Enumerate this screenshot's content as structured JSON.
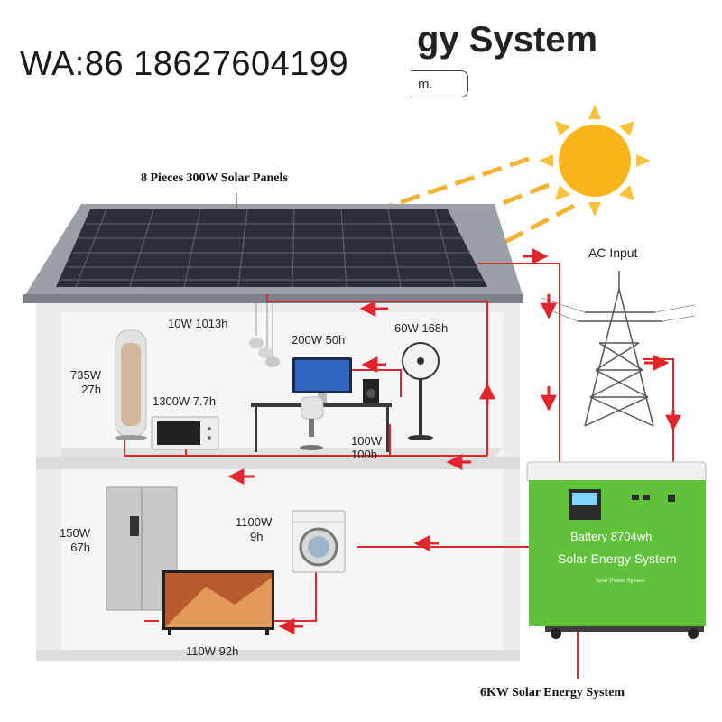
{
  "watermark": "WA:86 18627604199",
  "header": {
    "title_fragment": "gy System",
    "subtitle_fragment": "m."
  },
  "diagram": {
    "solar_panels_label": "8 Pieces 300W Solar Panels",
    "ac_input_label": "AC Input",
    "system_label": "6KW Solar Energy System",
    "system_box": {
      "battery_text": "Battery 8704wh",
      "name_text": "Solar Energy System",
      "small_text": "Solar Power System",
      "color": "#5fc23a"
    },
    "appliances": {
      "lamp": "10W 1013h",
      "computer": "200W 50h",
      "fan": "60W 168h",
      "air_cooler_power": "735W",
      "air_cooler_hours": "27h",
      "microwave": "1300W 7.7h",
      "speaker_power": "100W",
      "speaker_hours": "100h",
      "fridge_power": "150W",
      "fridge_hours": "67h",
      "washer_power": "1100W",
      "washer_hours": "9h",
      "tv": "110W 92h"
    }
  },
  "colors": {
    "wire": "#e0252d",
    "sun": "#f8b51c",
    "sun_rays": "#f2b437",
    "panel": "#2b2f36",
    "roof": "#9aa0a6",
    "house": "#ececec"
  }
}
